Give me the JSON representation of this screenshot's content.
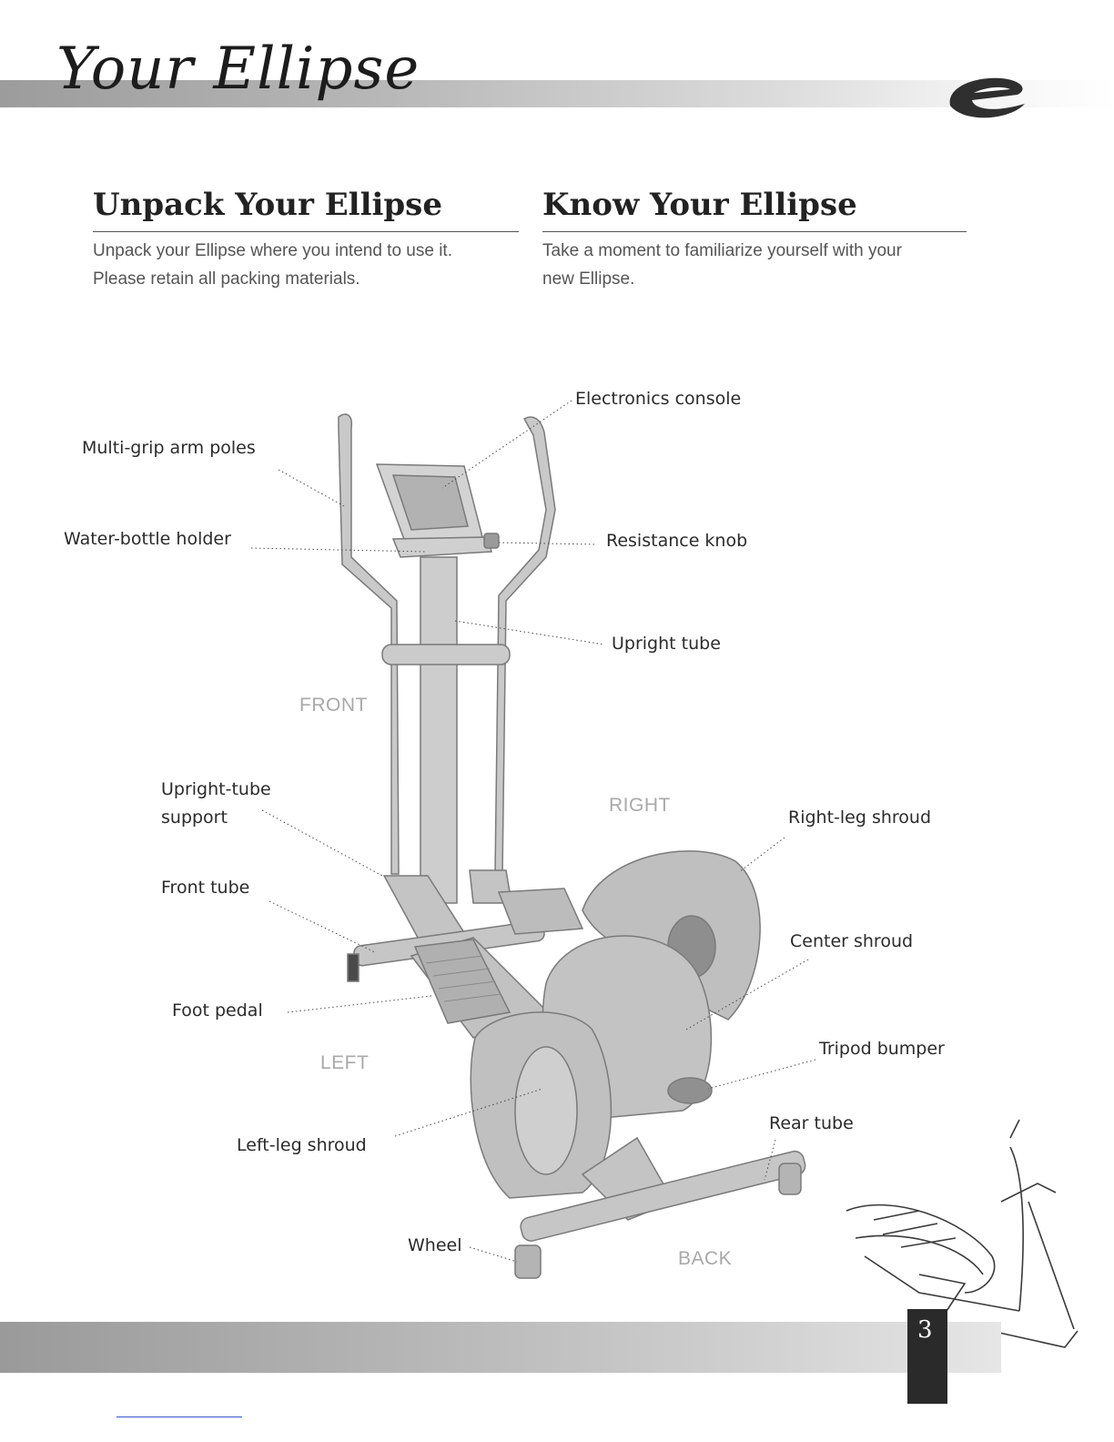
{
  "header": {
    "title": "Your Ellipse",
    "logo_icon": "e-logo-icon"
  },
  "unpack": {
    "title": "Unpack Your Ellipse",
    "lines": [
      "Unpack your Ellipse where you intend to use it.",
      "Please retain all packing materials."
    ]
  },
  "know": {
    "title": "Know Your Ellipse",
    "lines": [
      "Take a moment to familiarize yourself with your",
      "new Ellipse."
    ]
  },
  "labels": {
    "electronics_console": "Electronics console",
    "arm_poles": "Multi-grip arm poles",
    "water_bottle_holder": "Water-bottle holder",
    "resistance_knob": "Resistance knob",
    "upright_tube": "Upright tube",
    "upright_tube_support": [
      "Upright-tube",
      "support"
    ],
    "front_tube": "Front tube",
    "foot_pedal": "Foot pedal",
    "left_leg_shroud": "Left-leg shroud",
    "wheel": "Wheel",
    "right_leg_shroud": "Right-leg shroud",
    "center_shroud": "Center shroud",
    "tripod_bumper": "Tripod bumper",
    "rear_tube": "Rear tube"
  },
  "directions": {
    "front": "FRONT",
    "right": "RIGHT",
    "left": "LEFT",
    "back": "BACK"
  },
  "footer": {
    "page_number": "3"
  },
  "colors": {
    "frame": "#c9c9c9",
    "shroud": "#bdbdbd",
    "accent_dark": "#2a2a2a"
  }
}
